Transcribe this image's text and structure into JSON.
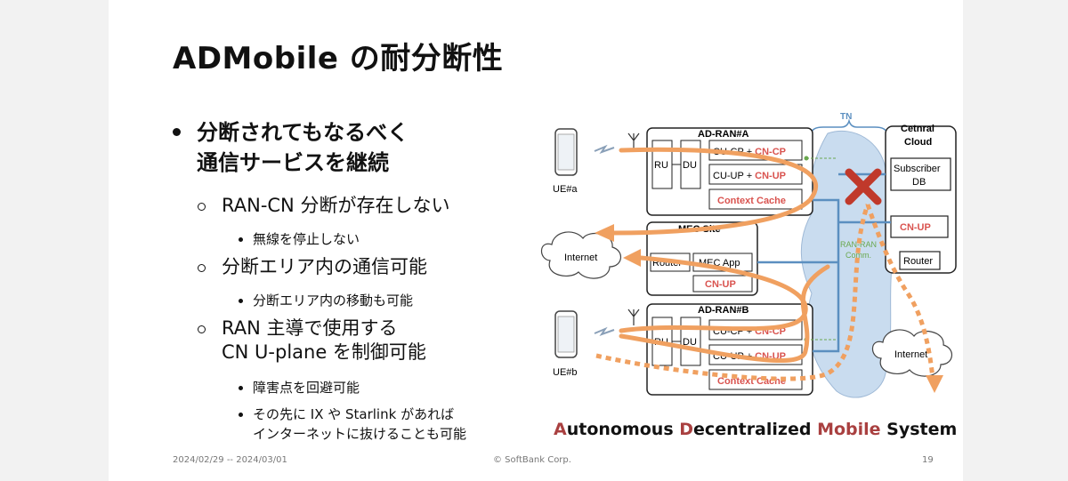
{
  "slide": {
    "title": "ADMobile の耐分断性",
    "bullet1": {
      "line1": "分断されてもなるべく",
      "line2": "通信サービスを継続"
    },
    "sub1": "RAN-CN 分断が存在しない",
    "sub1_1": "無線を停止しない",
    "sub2": "分断エリア内の通信可能",
    "sub2_1": "分断エリア内の移動も可能",
    "sub3": {
      "line1": "RAN 主導で使用する",
      "line2": "CN U-plane を制御可能"
    },
    "sub3_1": "障害点を回避可能",
    "sub3_2": {
      "line1": "その先に IX や Starlink があれば",
      "line2": "インターネットに抜けることも可能"
    },
    "footer": {
      "date": "2024/02/29 -- 2024/03/01",
      "copyright": "© SoftBank Corp.",
      "page": "19"
    }
  },
  "diagram": {
    "ue_a": "UE#a",
    "ue_b": "UE#b",
    "ad_ran_a": "AD-RAN#A",
    "ad_ran_b": "AD-RAN#B",
    "ru": "RU",
    "du": "DU",
    "cu_cp_prefix": "CU-CP + ",
    "cn_cp": "CN-CP",
    "cu_up_prefix": "CU-UP + ",
    "cn_up": "CN-UP",
    "context_cache": "Context Cache",
    "tn": "TN",
    "central_cloud_1": "Cetnral",
    "central_cloud_2": "Cloud",
    "subscriber_db_1": "Subscriber",
    "subscriber_db_2": "DB",
    "mec_site": "MEC Site",
    "router": "Router",
    "mec_app": "MEC App",
    "internet": "Internet",
    "ran_ran_1": "RAN-RAN",
    "ran_ran_2": "Comm.",
    "colors": {
      "accent": "#d9534f",
      "arrow": "#f0a060",
      "cloud": "#c9dcef",
      "cross": "#c0392b"
    }
  },
  "caption": {
    "a": "A",
    "utonomous": "utonomous ",
    "d": "D",
    "ecentralized": "ecentralized ",
    "mobile": "Mobile",
    "system": " System"
  }
}
